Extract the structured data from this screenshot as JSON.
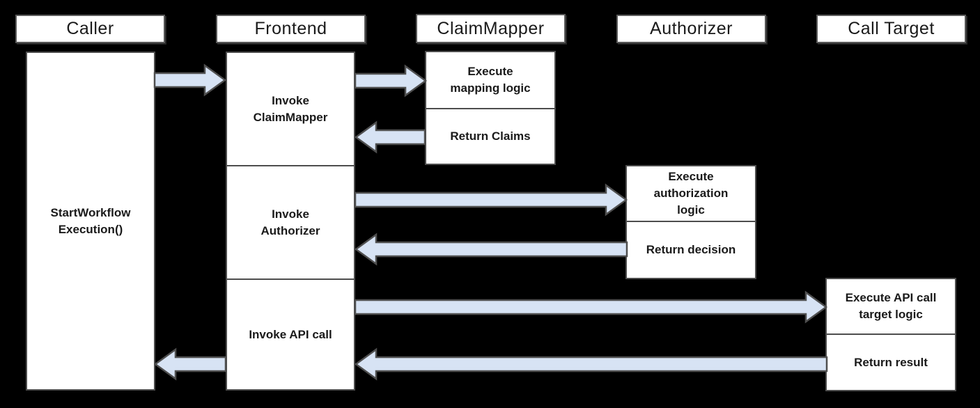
{
  "colors": {
    "background": "#000000",
    "box_fill": "#ffffff",
    "header_border": "#5a5a5a",
    "box_border": "#4d4d4d",
    "arrow_fill": "#d7e3f4",
    "arrow_border": "#4f4f4f",
    "text": "#1a1a1a"
  },
  "lifelines": {
    "caller": "Caller",
    "frontend": "Frontend",
    "claim_mapper": "ClaimMapper",
    "authorizer": "Authorizer",
    "call_target": "Call Target"
  },
  "activities": {
    "start_workflow_execution": "StartWorkflow\nExecution()",
    "invoke_claim_mapper": "Invoke\nClaimMapper",
    "invoke_authorizer": "Invoke\nAuthorizer",
    "invoke_api_call": "Invoke API call",
    "execute_mapping_logic": "Execute\nmapping logic",
    "return_claims": "Return Claims",
    "execute_authorization_logic": "Execute\nauthorization\nlogic",
    "return_decision": "Return decision",
    "execute_api_call_target_logic": "Execute API call\ntarget logic",
    "return_result": "Return result"
  },
  "arrows": [
    {
      "from": "Caller",
      "to": "Frontend",
      "direction": "right"
    },
    {
      "from": "Frontend",
      "to": "ClaimMapper",
      "direction": "right"
    },
    {
      "from": "ClaimMapper",
      "to": "Frontend",
      "direction": "left"
    },
    {
      "from": "Frontend",
      "to": "Authorizer",
      "direction": "right"
    },
    {
      "from": "Authorizer",
      "to": "Frontend",
      "direction": "left"
    },
    {
      "from": "Frontend",
      "to": "Call Target",
      "direction": "right"
    },
    {
      "from": "Call Target",
      "to": "Frontend",
      "direction": "left"
    },
    {
      "from": "Frontend",
      "to": "Caller",
      "direction": "left"
    }
  ]
}
